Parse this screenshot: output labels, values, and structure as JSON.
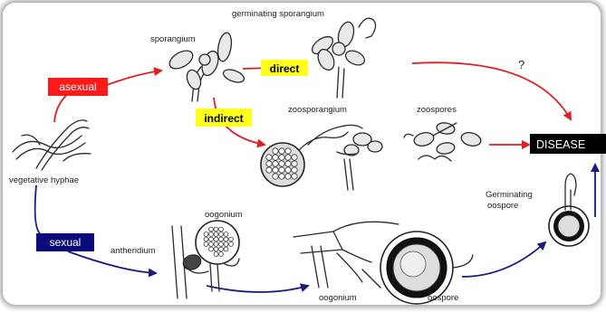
{
  "labels": {
    "germinating_sporangium": "germinating sporangium",
    "sporangium": "sporangium",
    "direct": "direct",
    "question": "?",
    "asexual": "asexual",
    "indirect": "indirect",
    "zoosporangium": "zoosporangium",
    "zoospores": "zoospores",
    "disease": "DISEASE",
    "vegetative_hyphae": "vegetative hyphae",
    "oogonium_top": "oogonium",
    "germinating_oospore_1": "Germinating",
    "germinating_oospore_2": "oospore",
    "sexual": "sexual",
    "antheridium": "antheridium",
    "oogonium_bottom": "oogonium",
    "oospore": "oospore"
  },
  "colors": {
    "asexual_box": "#ff1a1a",
    "sexual_box": "#0a0a7a",
    "direct_box": "#ffff1a",
    "disease_box": "#000000",
    "red_arrow": "#e02020",
    "blue_arrow": "#1a1a80"
  }
}
